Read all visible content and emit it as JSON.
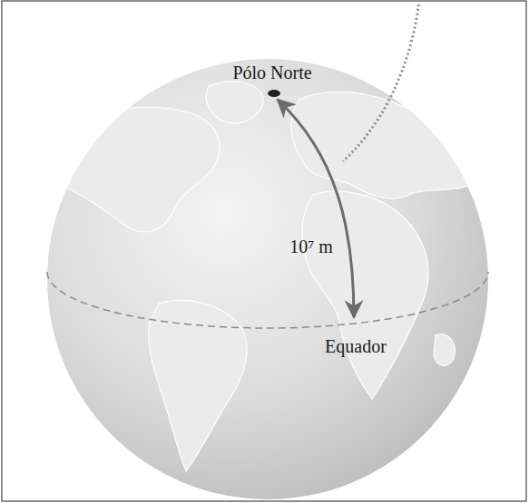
{
  "diagram": {
    "labels": [
      "Pólo Norte",
      "10⁷ m",
      "Equador"
    ]
  }
}
